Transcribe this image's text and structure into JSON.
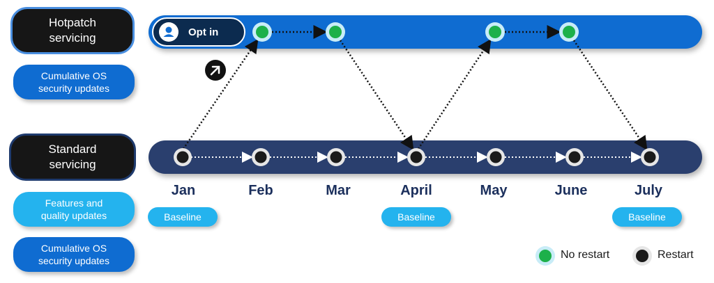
{
  "rows": {
    "hotpatch": {
      "line1": "Hotpatch",
      "line2": "servicing"
    },
    "standard": {
      "line1": "Standard",
      "line2": "servicing"
    }
  },
  "pills": {
    "hot_cumulative": {
      "line1": "Cumulative OS",
      "line2": "security updates"
    },
    "features": {
      "line1": "Features and",
      "line2": "quality updates"
    },
    "std_cumulative": {
      "line1": "Cumulative OS",
      "line2": "security updates"
    }
  },
  "opt_in": {
    "label": "Opt in",
    "icon": "person-icon"
  },
  "months": [
    "Jan",
    "Feb",
    "Mar",
    "April",
    "May",
    "June",
    "July"
  ],
  "baseline_label": "Baseline",
  "legend": {
    "no_restart": "No restart",
    "restart": "Restart"
  },
  "colors": {
    "hotpatch_track": "#0f6cd1",
    "standard_track": "#2a3f6e",
    "no_restart_node": "#1db04a",
    "restart_node": "#1a1a1a",
    "label_bg": "#161616",
    "baseline_bg": "#24b3ee"
  }
}
